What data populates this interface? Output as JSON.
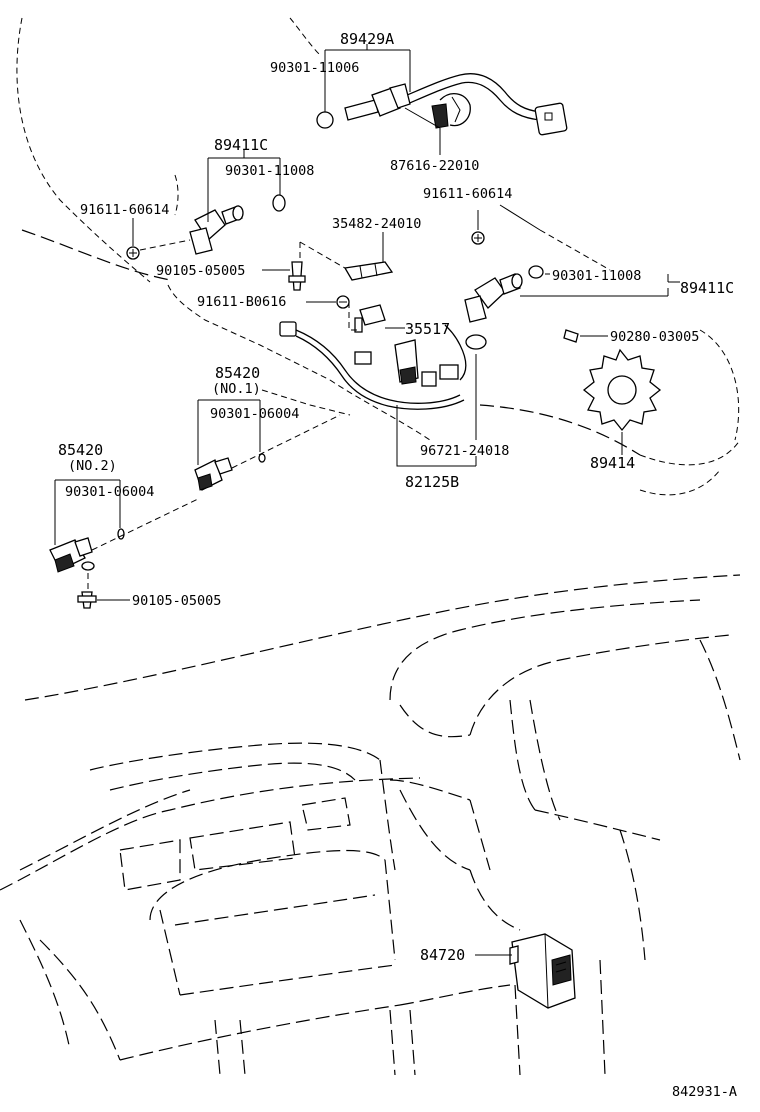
{
  "parts": {
    "p89429A": "89429A",
    "p90301_11006": "90301-11006",
    "p87616_22010": "87616-22010",
    "p89411C_left": "89411C",
    "p90301_11008_left": "90301-11008",
    "p91611_60614_left": "91611-60614",
    "p91611_60614_right": "91611-60614",
    "p35482_24010": "35482-24010",
    "p90105_05005_top": "90105-05005",
    "p91611_B0616": "91611-B0616",
    "p35517": "35517",
    "p90301_11008_right": "90301-11008",
    "p89411C_right": "89411C",
    "p90280_03005": "90280-03005",
    "p85420_no1": "85420",
    "no1": "(NO.1)",
    "p90301_06004_a": "90301-06004",
    "p96721_24018": "96721-24018",
    "p89414": "89414",
    "p82125B": "82125B",
    "p85420_no2": "85420",
    "no2": "(NO.2)",
    "p90301_06004_b": "90301-06004",
    "p90105_05005_bottom": "90105-05005",
    "p84720": "84720"
  },
  "figure_id": "842931-A"
}
